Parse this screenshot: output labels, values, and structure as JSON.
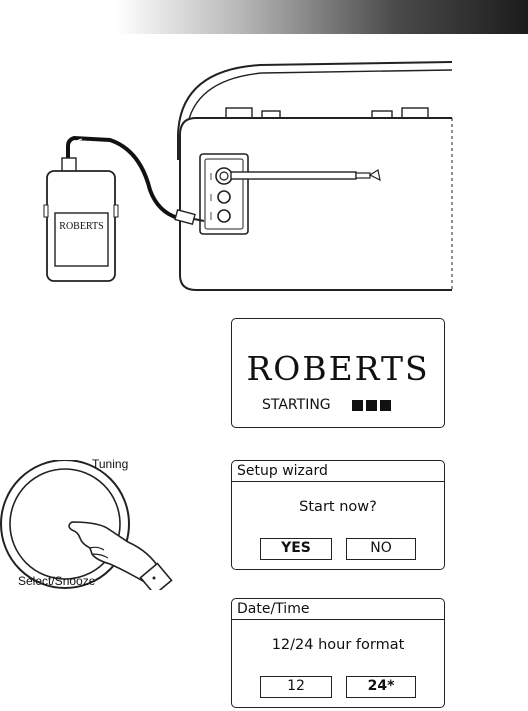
{
  "device": {
    "remote_brand": "ROBERTS"
  },
  "screen_start": {
    "brand": "ROBERTS",
    "status": "STARTING"
  },
  "knob": {
    "label_top": "Tuning",
    "label_bottom": "Select/Snooze"
  },
  "setup_wizard": {
    "title": "Setup wizard",
    "prompt": "Start now?",
    "yes": "YES",
    "no": "NO"
  },
  "date_time": {
    "title": "Date/Time",
    "prompt": "12/24 hour format",
    "option_12": "12",
    "option_24": "24*"
  }
}
